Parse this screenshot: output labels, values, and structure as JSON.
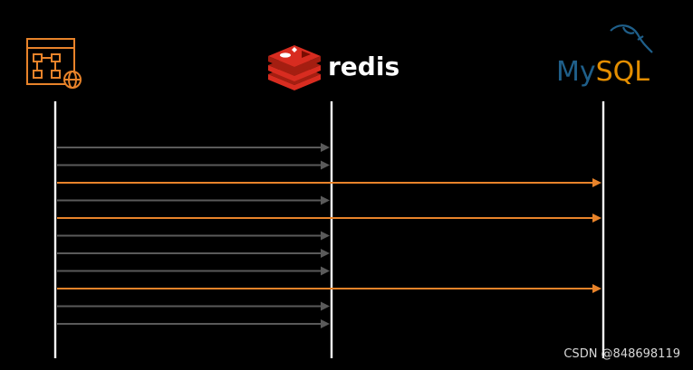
{
  "participants": [
    {
      "id": "app",
      "icon": "web-app-flowchart-globe-icon",
      "color": "#e8832a"
    },
    {
      "id": "redis",
      "label": "redis",
      "icon": "redis-stack-icon",
      "color": "#d82c20"
    },
    {
      "id": "mysql",
      "label_my": "My",
      "label_sql": "SQL",
      "icon": "mysql-dolphin-icon",
      "color_my": "#1f5f8a",
      "color_sql": "#e48e00"
    }
  ],
  "requests": [
    {
      "to": "redis"
    },
    {
      "to": "redis"
    },
    {
      "to": "mysql"
    },
    {
      "to": "redis"
    },
    {
      "to": "mysql"
    },
    {
      "to": "redis"
    },
    {
      "to": "redis"
    },
    {
      "to": "redis"
    },
    {
      "to": "mysql"
    },
    {
      "to": "redis"
    },
    {
      "to": "redis"
    }
  ],
  "colors": {
    "background": "#000000",
    "lifeline": "#ffffff",
    "cache_hit_arrow": "#5a5a5a",
    "db_arrow": "#e8832a"
  },
  "watermark": "CSDN @848698119"
}
